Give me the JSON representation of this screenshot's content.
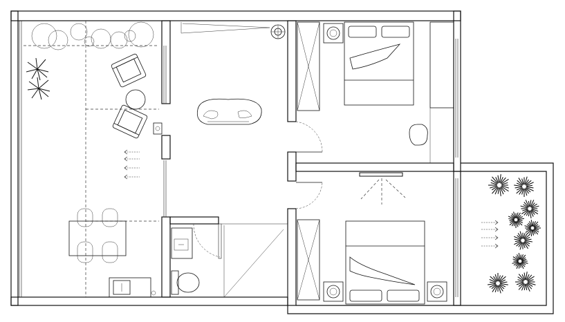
{
  "plan": {
    "rooms": [
      "living-room",
      "dining-area",
      "entry-hall",
      "bathroom",
      "bedroom-upper",
      "bedroom-lower",
      "balcony"
    ]
  }
}
